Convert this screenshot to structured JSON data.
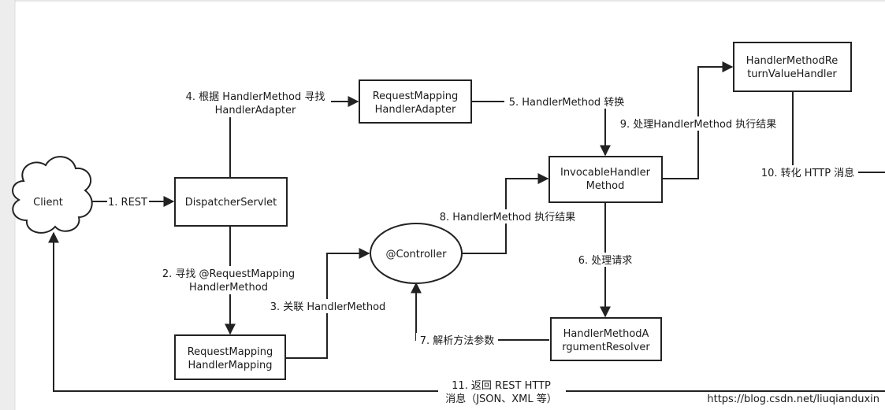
{
  "nodes": {
    "client": [
      "Client"
    ],
    "dispatcher": [
      "DispatcherServlet"
    ],
    "handler_adapter": [
      "RequestMapping",
      "HandlerAdapter"
    ],
    "handler_mapping": [
      "RequestMapping",
      "HandlerMapping"
    ],
    "controller": [
      "@Controller"
    ],
    "invocable": [
      "InvocableHandler",
      "Method"
    ],
    "return_value_handler": [
      "HandlerMethodRe",
      "turnValueHandler"
    ],
    "argument_resolver": [
      "HandlerMethodA",
      "rgumentResolver"
    ]
  },
  "edges": {
    "e1": [
      "1. REST"
    ],
    "e2": [
      "2. 寻找 @RequestMapping",
      "HandlerMethod"
    ],
    "e3": [
      "3. 关联 HandlerMethod"
    ],
    "e4": [
      "4. 根据 HandlerMethod 寻找",
      "HandlerAdapter"
    ],
    "e5": [
      "5. HandlerMethod 转换"
    ],
    "e6": [
      "6. 处理请求"
    ],
    "e7": [
      "7. 解析方法参数"
    ],
    "e8": [
      "8. HandlerMethod 执行结果"
    ],
    "e9": [
      "9. 处理HandlerMethod 执行结果"
    ],
    "e10": [
      "10. 转化 HTTP 消息"
    ],
    "e11": [
      "11. 返回 REST HTTP",
      "消息（JSON、XML 等）"
    ]
  },
  "watermark": "https://blog.csdn.net/liuqianduxin"
}
